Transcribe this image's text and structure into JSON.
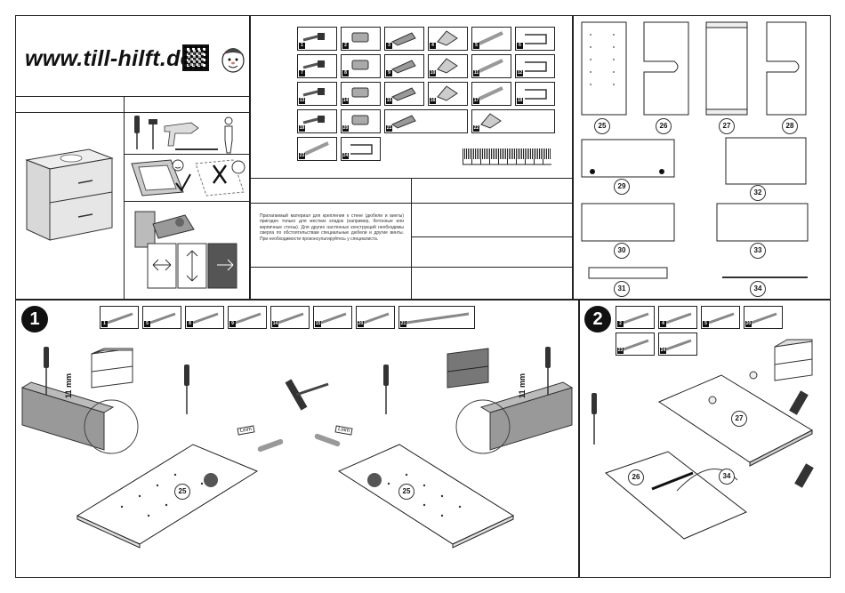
{
  "header": {
    "website": "www.till-hilft.de"
  },
  "hardware": {
    "parts": [
      {
        "num": "1"
      },
      {
        "num": "2"
      },
      {
        "num": "3"
      },
      {
        "num": "4"
      },
      {
        "num": "5"
      },
      {
        "num": "6"
      },
      {
        "num": "7"
      },
      {
        "num": "8"
      },
      {
        "num": "9"
      },
      {
        "num": "10"
      },
      {
        "num": "11"
      },
      {
        "num": "12"
      },
      {
        "num": "13"
      },
      {
        "num": "14"
      },
      {
        "num": "15"
      },
      {
        "num": "16"
      },
      {
        "num": "17"
      },
      {
        "num": "18"
      },
      {
        "num": "19"
      },
      {
        "num": "20"
      },
      {
        "num": "21"
      },
      {
        "num": "22"
      },
      {
        "num": "23"
      },
      {
        "num": "24"
      }
    ]
  },
  "note": {
    "text": "Прилагаемый материал для крепления к стене (дюбели и винты) пригоден только для жестких кладок (например, бетонные или кирпичные стены). Для других настенных конструкций необходимы сверла по обстоятельствам специальные дюбели и другие винты. При необходимости проконсультируйтесь у специалиста."
  },
  "panels": {
    "labels": [
      "25",
      "26",
      "27",
      "28",
      "29",
      "32",
      "30",
      "33",
      "31",
      "34"
    ]
  },
  "steps": {
    "step1": {
      "number": "1",
      "parts": [
        "1",
        "5",
        "8",
        "9",
        "14",
        "15",
        "20",
        "21"
      ],
      "mm_label": "11 mm",
      "mm_label_right": "11 mm",
      "panel_left": "25",
      "panel_right": "25",
      "leim_left": "Leim",
      "leim_right": "Leim"
    },
    "step2": {
      "number": "2",
      "parts": [
        "2",
        "4",
        "5",
        "20",
        "23",
        "24"
      ],
      "panel_a": "27",
      "panel_b": "26",
      "panel_c": "34"
    }
  }
}
